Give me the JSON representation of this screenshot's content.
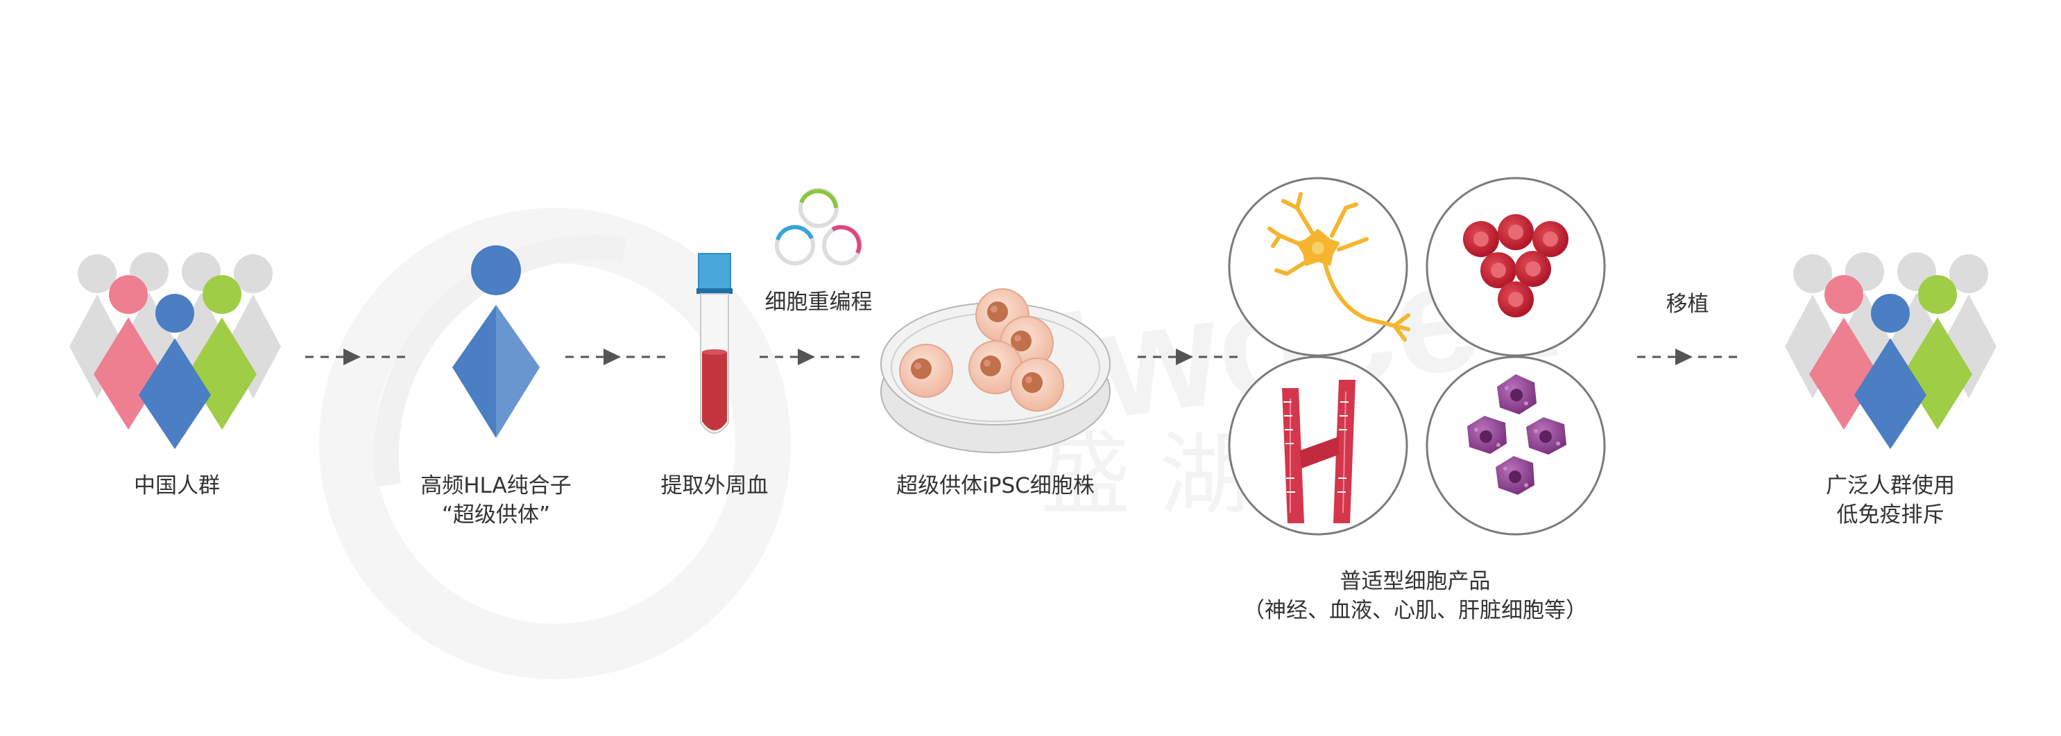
{
  "colors": {
    "pink": "#ee7f90",
    "blue": "#4b7ec2",
    "green": "#9fcd45",
    "gray": "#dcdcdc",
    "tube_red": "#c3363d",
    "tube_cap": "#4aa7dc",
    "cell_skin": "#f5cdbb",
    "cell_nucleus": "#c1704c",
    "neuron": "#f5b52e",
    "rbc": "#c8202f",
    "vessel": "#d4364c",
    "liver": "#9b4b9c",
    "arrow": "#555555",
    "watermark": "#f4f4f4"
  },
  "watermark": {
    "latin": "ruiwocell",
    "cjk": "盛 湖 谟"
  },
  "steps": [
    {
      "label": [
        "中国人群"
      ]
    },
    {
      "label": [
        "高频HLA纯合子",
        "“超级供体”"
      ]
    },
    {
      "label": [
        "提取外周血"
      ]
    },
    {
      "label": [
        "超级供体iPSC细胞株"
      ]
    },
    {
      "label": [
        "普适型细胞产品",
        "（神经、血液、心肌、肝脏细胞等）"
      ]
    },
    {
      "label": [
        "广泛人群使用",
        "低免疫排斥"
      ]
    }
  ],
  "arrow_labels": {
    "reprogram": "细胞重编程",
    "transplant": "移植"
  }
}
